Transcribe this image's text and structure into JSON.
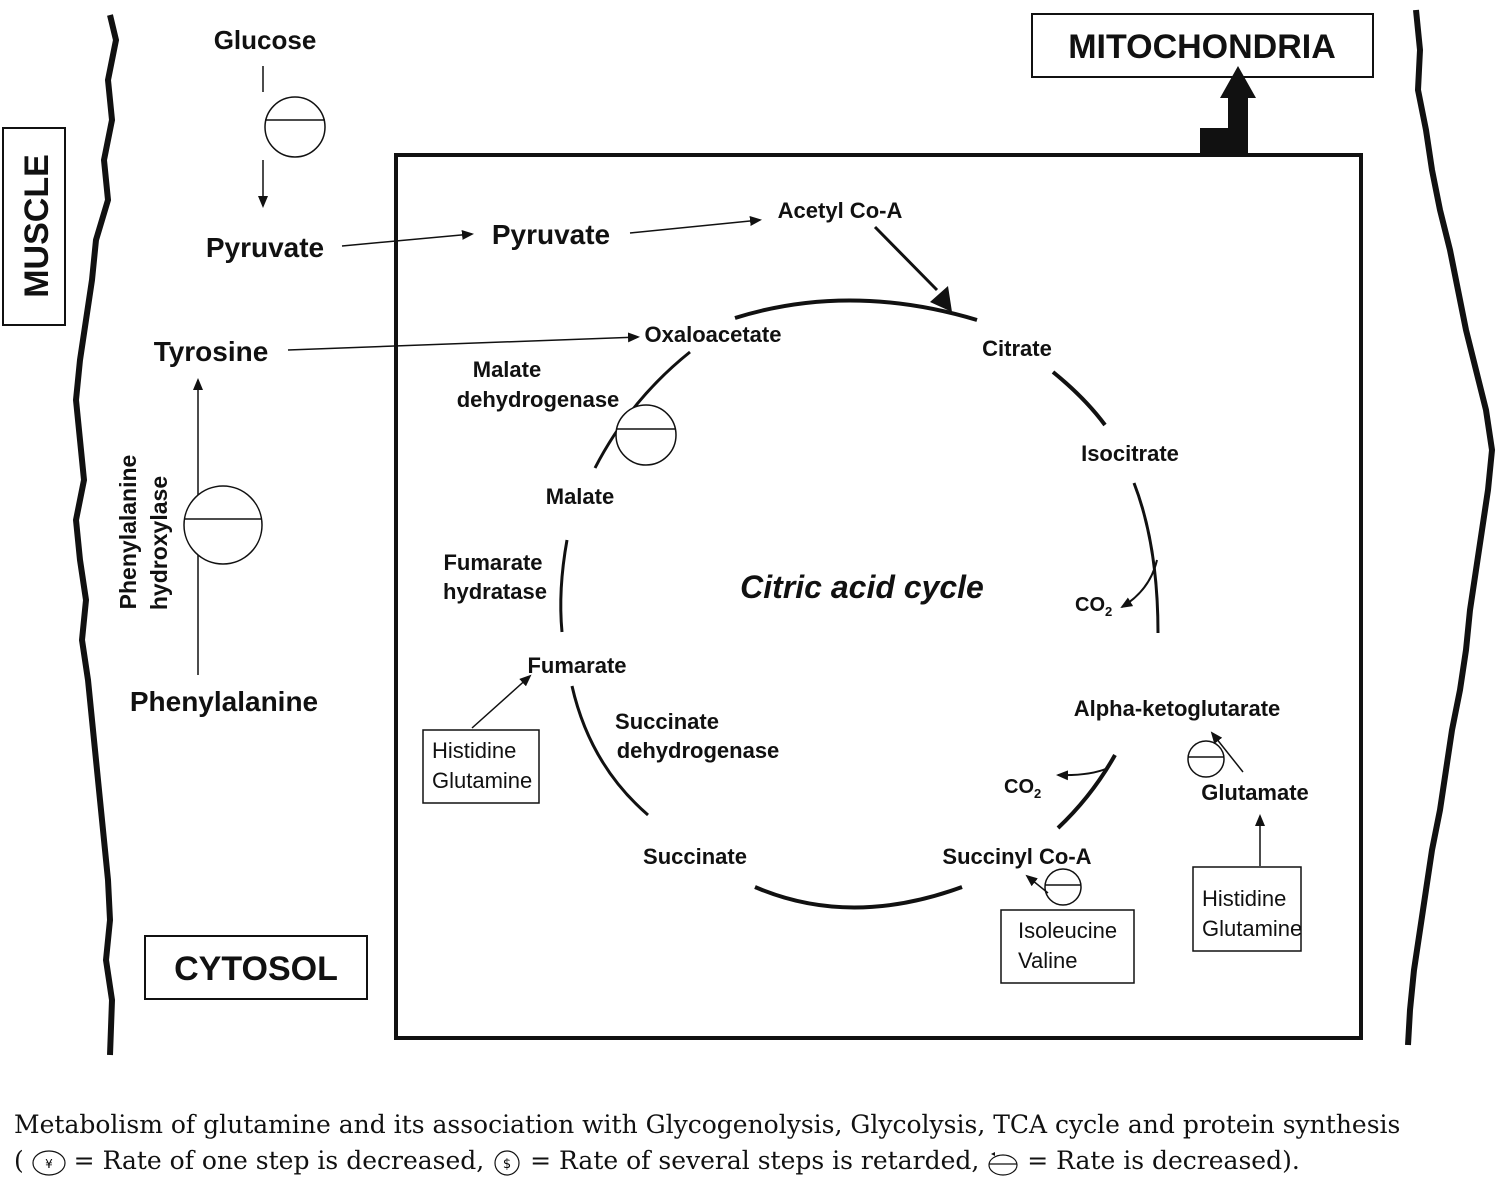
{
  "regions": {
    "muscle": "MUSCLE",
    "mitochondria": "MITOCHONDRIA",
    "cytosol": "CYTOSOL"
  },
  "cytosol_metabolites": {
    "glucose": "Glucose",
    "pyruvate": "Pyruvate",
    "tyrosine": "Tyrosine",
    "phenylalanine": "Phenylalanine"
  },
  "enzymes": {
    "phenylalanine_hydroxylase_line1": "Phenylalanine",
    "phenylalanine_hydroxylase_line2": "hydroxylase",
    "malate_dehydrogenase_line1": "Malate",
    "malate_dehydrogenase_line2": "dehydrogenase",
    "fumarate_hydratase_line1": "Fumarate",
    "fumarate_hydratase_line2": "hydratase",
    "succinate_dehydrogenase_line1": "Succinate",
    "succinate_dehydrogenase_line2": "dehydrogenase"
  },
  "cycle": {
    "title": "Citric acid cycle",
    "pyruvate": "Pyruvate",
    "acetyl_coa": "Acetyl Co-A",
    "citrate": "Citrate",
    "isocitrate": "Isocitrate",
    "co2_upper": "CO",
    "co2_lower": "CO",
    "co2_subscript": "2",
    "alpha_ketoglutarate": "Alpha-ketoglutarate",
    "glutamate": "Glutamate",
    "succinyl_coa": "Succinyl Co-A",
    "succinate": "Succinate",
    "fumarate": "Fumarate",
    "malate": "Malate",
    "oxaloacetate": "Oxaloacetate"
  },
  "source_boxes": {
    "fumarate_sources": [
      "Histidine",
      "Glutamine"
    ],
    "succinyl_sources": [
      "Isoleucine",
      "Valine"
    ],
    "glutamate_sources": [
      "Histidine",
      "Glutamine"
    ]
  },
  "caption": {
    "line1": "Metabolism of glutamine and its association with Glycogenolysis, Glycolysis, TCA cycle and protein synthesis",
    "open_paren": "(",
    "legend1": "= Rate of one step is decreased,",
    "legend2": "= Rate of several steps is retarded,",
    "legend3": "= Rate is decreased).",
    "icon1_glyph": "¥",
    "icon2_glyph": "$"
  }
}
